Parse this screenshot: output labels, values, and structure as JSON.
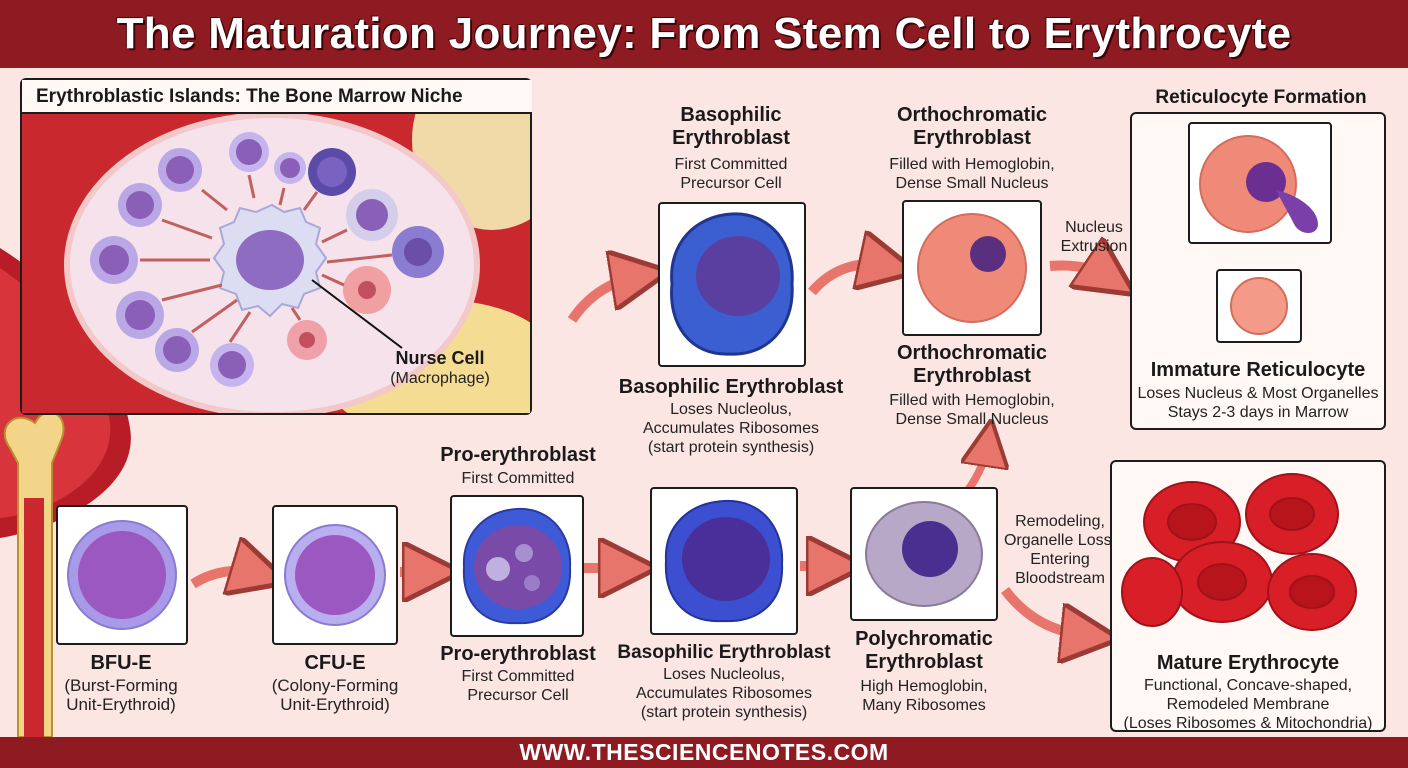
{
  "header": {
    "title": "The Maturation Journey: From Stem Cell to Erythrocyte"
  },
  "footer": {
    "url": "WWW.THESCIENCENOTES.COM"
  },
  "island": {
    "title": "Erythroblastic Islands: The Bone Marrow Niche",
    "nurse_title": "Nurse Cell",
    "nurse_sub": "(Macrophage)"
  },
  "top": {
    "baso_top_title": "Basophilic\nErythroblast",
    "baso_top_sub": "First Committed\nPrecursor Cell",
    "baso_bottom_title": "Basophilic Erythroblast",
    "baso_bottom_sub": "Loses Nucleolus,\nAccumulates Ribosomes\n(start protein synthesis)",
    "ortho_top_title": "Orthochromatic\nErythroblast",
    "ortho_top_sub": "Filled with Hemoglobin,\nDense Small Nucleus",
    "ortho_bottom_title": "Orthochromatic\nErythroblast",
    "ortho_bottom_sub": "Filled with Hemoglobin,\nDense Small Nucleus",
    "nucleus_extrusion": "Nucleus\nExtrusion",
    "retic_title": "Reticulocyte Formation",
    "immature_title": "Immature Reticulocyte",
    "immature_sub": "Loses Nucleus & Most Organelles\nStays 2-3 days in Marrow"
  },
  "bottom": {
    "bfu_title": "BFU-E",
    "bfu_sub": "(Burst-Forming\nUnit-Erythroid)",
    "cfu_title": "CFU-E",
    "cfu_sub": "(Colony-Forming\nUnit-Erythroid)",
    "pro_top_title": "Pro-erythroblast",
    "pro_top_sub": "First Committed",
    "pro_bottom_title": "Pro-erythroblast",
    "pro_bottom_sub": "First Committed\nPrecursor Cell",
    "baso_title": "Basophilic Erythroblast",
    "baso_sub": "Loses Nucleolus,\nAccumulates Ribosomes\n(start protein synthesis)",
    "poly_title": "Polychromatic\nErythroblast",
    "poly_sub": "High Hemoglobin,\nMany Ribosomes",
    "remodel": "Remodeling,\nOrganelle Loss,\nEntering\nBloodstream",
    "mature_title": "Mature Erythrocyte",
    "mature_sub": "Functional, Concave-shaped,\nRemodeled Membrane\n(Loses Ribosomes & Mitochondria)"
  },
  "colors": {
    "header": "#8e1a22",
    "arrow": "#e8756c",
    "blood": "#c8202a",
    "nucleus": "#7a4fa8"
  }
}
